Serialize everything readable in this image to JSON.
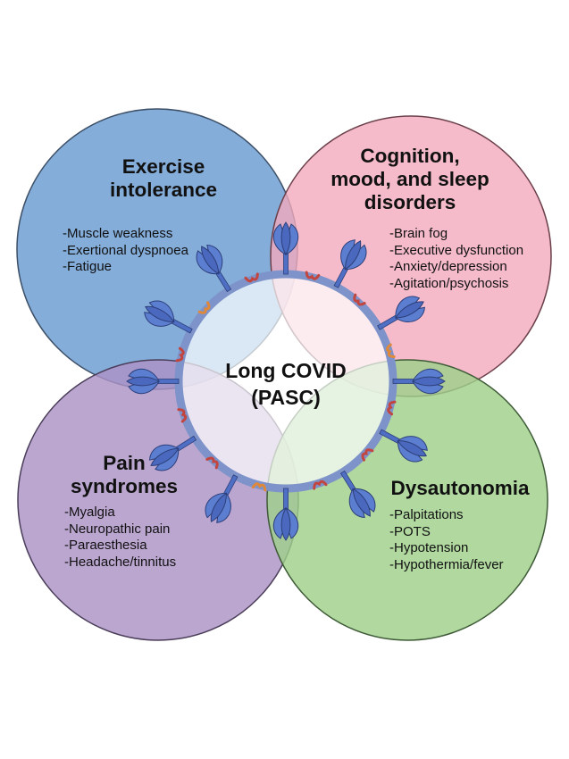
{
  "center": {
    "line1": "Long COVID",
    "line2": "(PASC)"
  },
  "domains": {
    "exercise": {
      "title_lines": [
        "Exercise",
        "intolerance"
      ],
      "items": [
        "-Muscle weakness",
        "-Exertional dyspnoea",
        "-Fatigue"
      ],
      "color": "#7fa8d6"
    },
    "cognition": {
      "title_lines": [
        "Cognition,",
        "mood, and sleep",
        "disorders"
      ],
      "items": [
        "-Brain fog",
        "-Executive dysfunction",
        "-Anxiety/depression",
        "-Agitation/psychosis"
      ],
      "color": "#f2b3c6"
    },
    "pain": {
      "title_lines": [
        "Pain",
        "syndromes"
      ],
      "items": [
        "-Myalgia",
        "-Neuropathic pain",
        "-Paraesthesia",
        "-Headache/tinnitus"
      ],
      "color": "#b59ccb"
    },
    "dysautonomia": {
      "title_lines": [
        "Dysautonomia"
      ],
      "items": [
        "-Palpitations",
        "-POTS",
        "-Hypotension",
        "-Hypothermia/fever"
      ],
      "color": "#a8d194"
    }
  },
  "virus": {
    "membrane_color": "#7d93c9",
    "spike_color": "#4f6fc4",
    "protein_color": "#c2463f"
  }
}
